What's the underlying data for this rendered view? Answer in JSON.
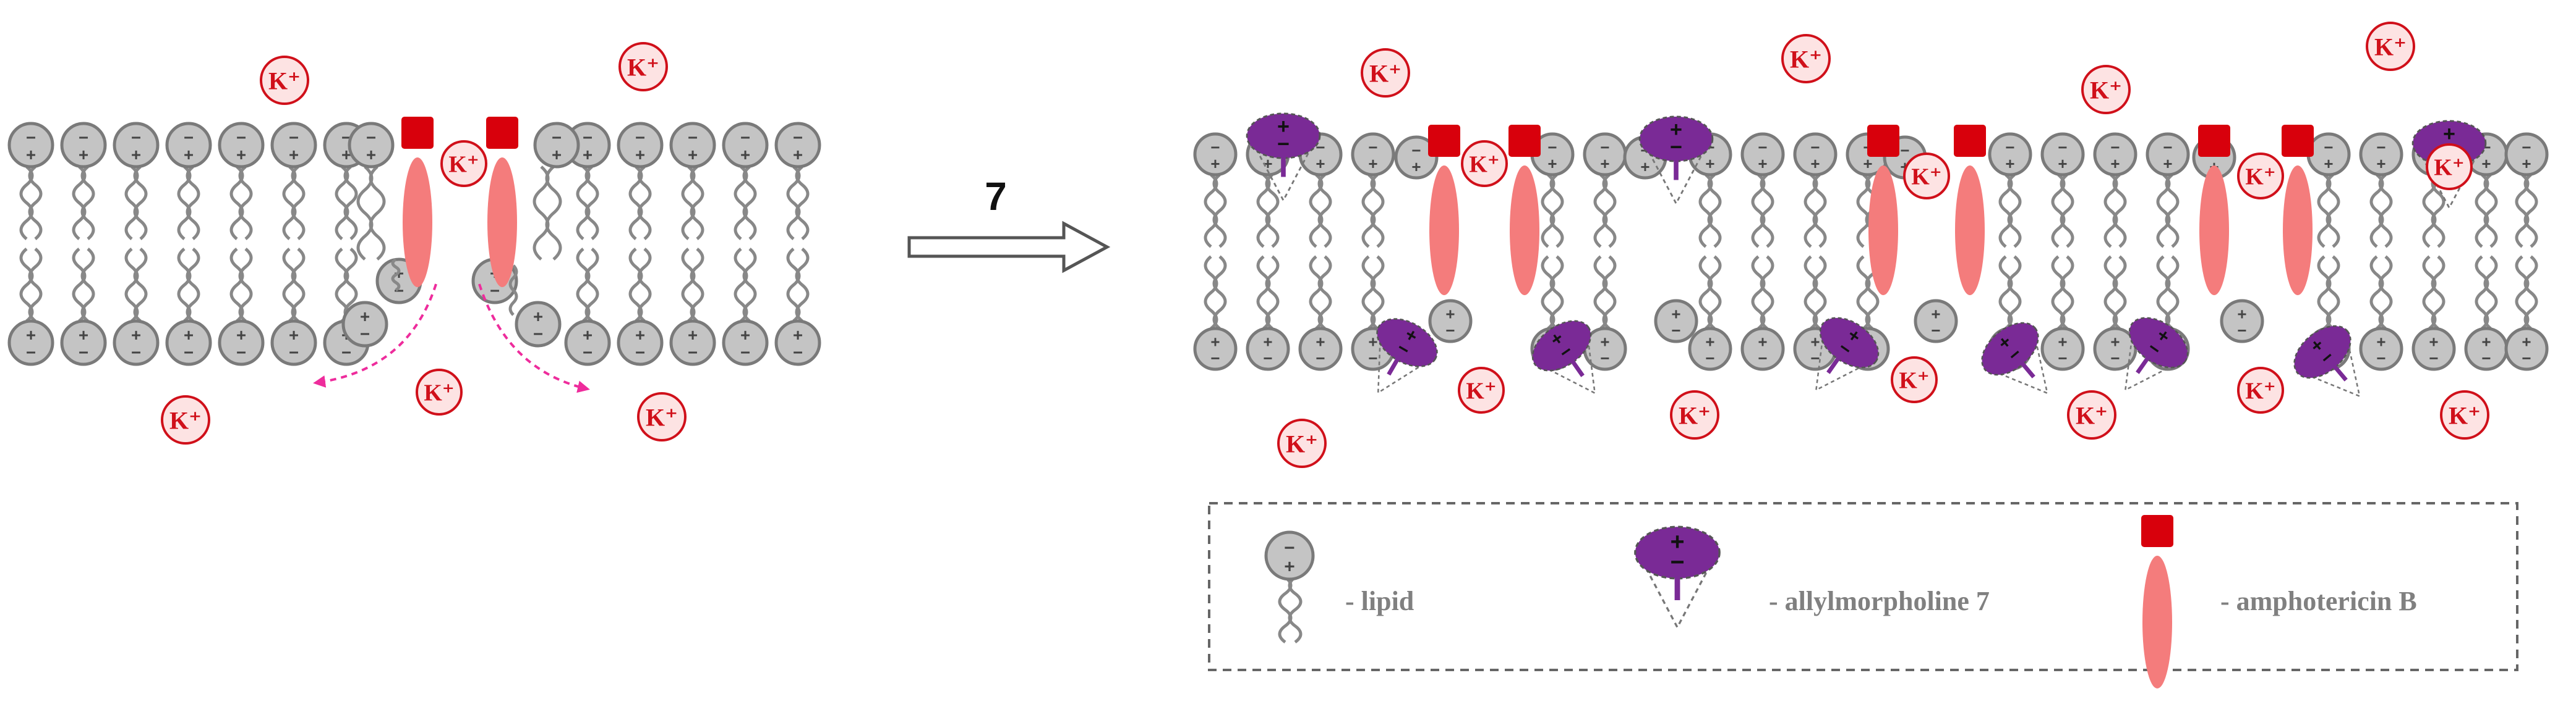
{
  "ion_label": "K⁺",
  "step_label": "7",
  "legend": {
    "lipid": "- lipid",
    "allylmorpholine": "- allylmorpholine 7",
    "amphotericin": "- amphotericin B"
  },
  "colors": {
    "lipid_head": "#c4c4c4",
    "lipid_stroke": "#7a7a7a",
    "tail": "#888888",
    "ion_fill": "#fde3e3",
    "ion_stroke": "#d0101a",
    "amphotericin_body": "#f47c7c",
    "amphotericin_head": "#d8000c",
    "morpholine": "#7a2a96",
    "arrow_dashed": "#ee2c9c"
  }
}
